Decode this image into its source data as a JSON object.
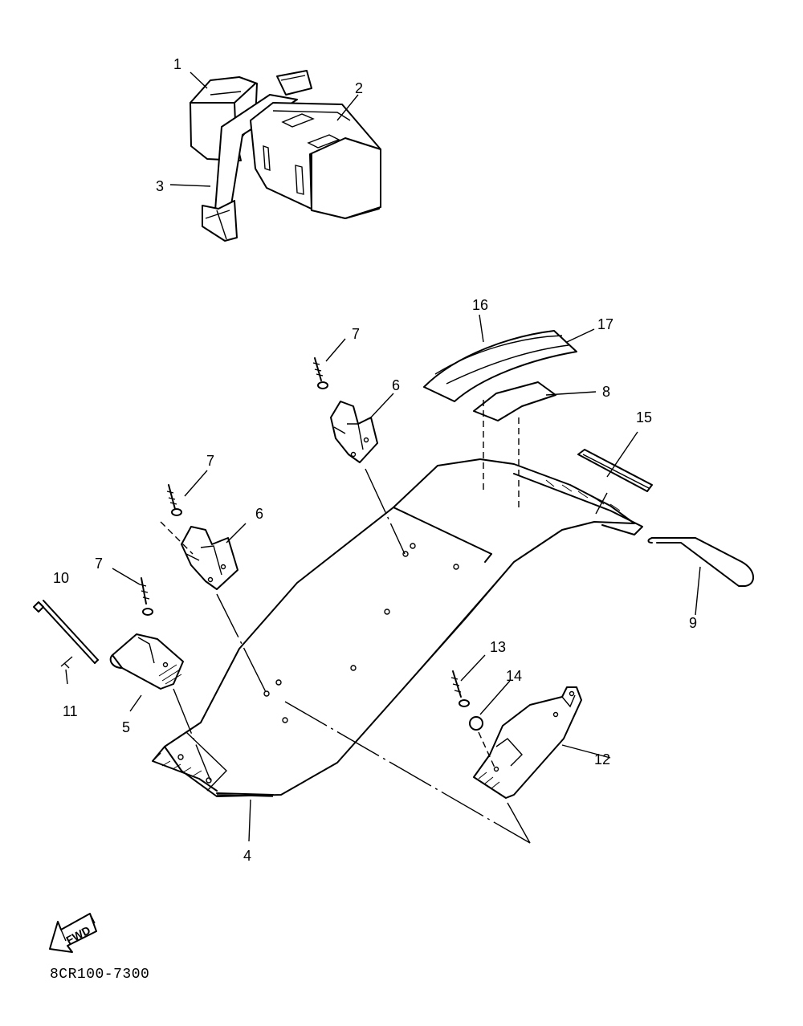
{
  "callouts": {
    "c1": "1",
    "c2": "2",
    "c3": "3",
    "c4": "4",
    "c5": "5",
    "c6a": "6",
    "c6b": "6",
    "c7a": "7",
    "c7b": "7",
    "c7c": "7",
    "c8": "8",
    "c9": "9",
    "c10": "10",
    "c11": "11",
    "c12": "12",
    "c13": "13",
    "c14": "14",
    "c15": "15",
    "c16": "16",
    "c17": "17"
  },
  "fwd_label": "FWD",
  "drawing_code": "8CR100-7300"
}
